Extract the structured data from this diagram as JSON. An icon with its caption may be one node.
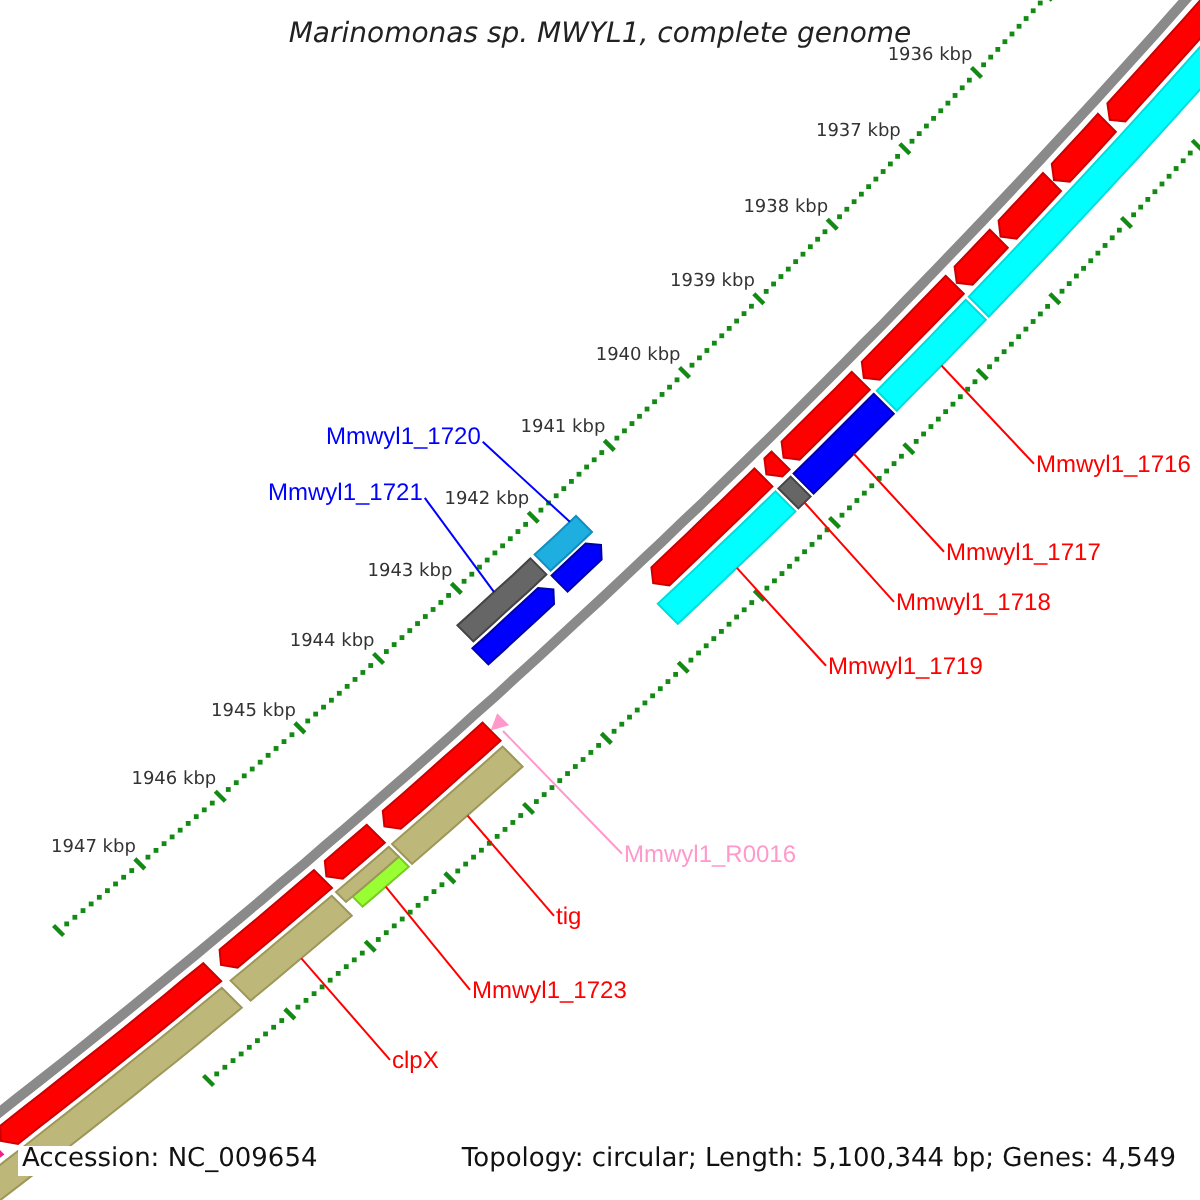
{
  "diagram": {
    "title": "Marinomonas sp. MWYL1, complete genome",
    "nodes": [
      {
        "text": [
          "Mmwyl1_1716"
        ]
      },
      {
        "text": [
          "Mmwyl1_1717"
        ]
      },
      {
        "text": [
          "Mmwyl1_1718"
        ]
      },
      {
        "text": [
          "Mmwyl1_1719"
        ]
      },
      {
        "text": [
          "Mmwyl1_1720"
        ]
      },
      {
        "text": [
          "Mmwyl1_1721"
        ]
      },
      {
        "text": [
          "Mmwyl1_R0016"
        ]
      },
      {
        "text": [
          "tig"
        ]
      },
      {
        "text": [
          "Mmwyl1_1723"
        ]
      },
      {
        "text": [
          "clpX"
        ]
      },
      {
        "text": [],
        "shape": "bar"
      },
      {
        "text": [],
        "shape": "bar"
      },
      {
        "text": [],
        "shape": "bar"
      },
      {
        "text": [],
        "shape": "bar"
      },
      {
        "text": [],
        "shape": "bar"
      },
      {
        "text": [],
        "shape": "bar"
      },
      {
        "text": [],
        "shape": "bar"
      },
      {
        "text": [],
        "shape": "bar"
      },
      {
        "text": [],
        "shape": "bar"
      },
      {
        "text": [],
        "shape": "bar"
      },
      {
        "text": [],
        "shape": "bar"
      },
      {
        "text": [],
        "shape": "bar"
      },
      {
        "text": [],
        "shape": "bar"
      },
      {
        "text": [],
        "shape": "bar"
      },
      {
        "text": [],
        "shape": "bar"
      },
      {
        "text": [],
        "shape": "bar"
      },
      {
        "text": [],
        "shape": "bar"
      },
      {
        "text": [],
        "shape": "bar"
      },
      {
        "text": [],
        "shape": "bar"
      },
      {
        "text": [],
        "shape": "bar"
      },
      {
        "text": [],
        "shape": "bar"
      },
      {
        "text": [],
        "shape": "bar"
      },
      {
        "text": [],
        "shape": "bar"
      },
      {
        "text": [],
        "shape": "bar"
      },
      {
        "text": [],
        "shape": "bar"
      },
      {
        "text": [],
        "shape": "bar"
      },
      {
        "text": [],
        "shape": "bar"
      },
      {
        "text": [],
        "shape": "bar"
      }
    ],
    "edges": [
      {
        "from": 0,
        "to": 10,
        "arrow": "none"
      },
      {
        "from": 1,
        "to": 11,
        "arrow": "none"
      },
      {
        "from": 2,
        "to": 12,
        "arrow": "none"
      },
      {
        "from": 3,
        "to": 13,
        "arrow": "none"
      },
      {
        "from": 4,
        "to": 14,
        "arrow": "none",
        "color": "#0000ff"
      },
      {
        "from": 5,
        "to": 15,
        "arrow": "none",
        "color": "#0000ff"
      },
      {
        "from": 6,
        "to": 16,
        "arrow": "none",
        "color": "#ff99cc"
      },
      {
        "from": 7,
        "to": 17,
        "arrow": "none"
      },
      {
        "from": 8,
        "to": 18,
        "arrow": "none"
      },
      {
        "from": 9,
        "to": 19,
        "arrow": "none"
      }
    ],
    "labels": [
      "1936 kbp",
      "1937 kbp",
      "1938 kbp",
      "1939 kbp",
      "1940 kbp",
      "1941 kbp",
      "1942 kbp",
      "1943 kbp",
      "1944 kbp",
      "1945 kbp",
      "1946 kbp",
      "1947 kbp",
      "Accession: NC_009654",
      "Topology: circular; Length: 5,100,344 bp; Genes: 4,549"
    ]
  }
}
